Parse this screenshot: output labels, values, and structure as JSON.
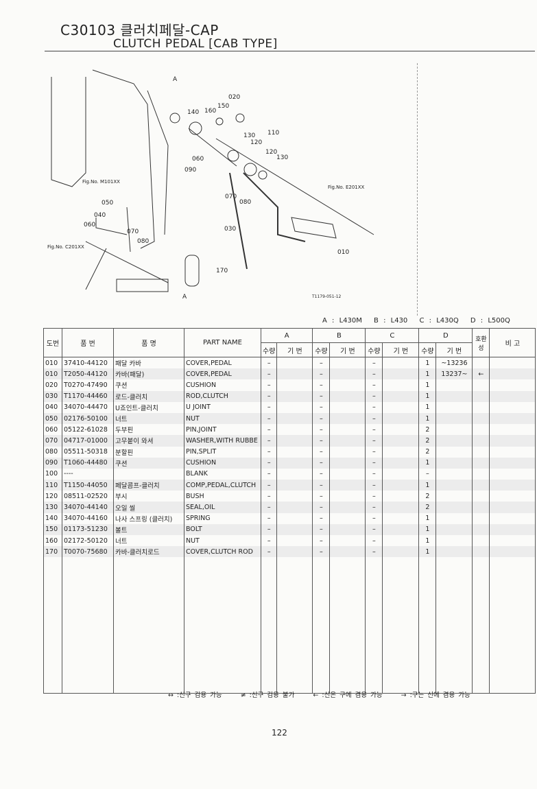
{
  "header": {
    "code_title": "C30103 클러치페달-CAP",
    "subtitle": "CLUTCH PEDAL [CAB TYPE]"
  },
  "diagram": {
    "callouts": [
      "A",
      "020",
      "150",
      "140",
      "160",
      "130",
      "110",
      "120",
      "120",
      "130",
      "060",
      "090",
      "070",
      "080",
      "030",
      "010",
      "170",
      "050",
      "040",
      "060",
      "070",
      "080",
      "A"
    ],
    "fig_refs": [
      "Fig.No. M101XX",
      "Fig.No. E201XX",
      "Fig.No. C201XX"
    ],
    "drawing_code": "T1179-051-12"
  },
  "models": [
    "A : L430M",
    "B : L430",
    "C : L430Q",
    "D : L500Q"
  ],
  "table": {
    "headers": {
      "ref": "도번",
      "part_no": "품 번",
      "name_kr": "품 명",
      "part_name": "PART NAME",
      "a": "A",
      "b": "B",
      "c": "C",
      "d": "D",
      "qty": "수량",
      "serial": "기 번",
      "compat": "호환성",
      "remarks": "비 고"
    },
    "rows": [
      {
        "ref": "010",
        "part_no": "37410-44120",
        "name_kr": "패달 카바",
        "part_name": "COVER,PEDAL",
        "a": "–",
        "b": "–",
        "c": "–",
        "d": "1",
        "d_serial": "~13236",
        "compat": ""
      },
      {
        "ref": "010",
        "part_no": "T2050-44120",
        "name_kr": "카바(패달)",
        "part_name": "COVER,PEDAL",
        "a": "–",
        "b": "–",
        "c": "–",
        "d": "1",
        "d_serial": "13237~",
        "compat": "←"
      },
      {
        "ref": "020",
        "part_no": "T0270-47490",
        "name_kr": "쿠션",
        "part_name": "CUSHION",
        "a": "–",
        "b": "–",
        "c": "–",
        "d": "1",
        "d_serial": "",
        "compat": ""
      },
      {
        "ref": "030",
        "part_no": "T1170-44460",
        "name_kr": "로드-클러치",
        "part_name": "ROD,CLUTCH",
        "a": "–",
        "b": "–",
        "c": "–",
        "d": "1",
        "d_serial": "",
        "compat": ""
      },
      {
        "ref": "040",
        "part_no": "34070-44470",
        "name_kr": "U죠인트-클러치",
        "part_name": "U JOINT",
        "a": "–",
        "b": "–",
        "c": "–",
        "d": "1",
        "d_serial": "",
        "compat": ""
      },
      {
        "ref": "050",
        "part_no": "02176-50100",
        "name_kr": "너트",
        "part_name": "NUT",
        "a": "–",
        "b": "–",
        "c": "–",
        "d": "1",
        "d_serial": "",
        "compat": ""
      },
      {
        "ref": "060",
        "part_no": "05122-61028",
        "name_kr": "두부핀",
        "part_name": "PIN,JOINT",
        "a": "–",
        "b": "–",
        "c": "–",
        "d": "2",
        "d_serial": "",
        "compat": ""
      },
      {
        "ref": "070",
        "part_no": "04717-01000",
        "name_kr": "고무붙이 와셔",
        "part_name": "WASHER,WITH RUBBE",
        "a": "–",
        "b": "–",
        "c": "–",
        "d": "2",
        "d_serial": "",
        "compat": ""
      },
      {
        "ref": "080",
        "part_no": "05511-50318",
        "name_kr": "분할핀",
        "part_name": "PIN,SPLIT",
        "a": "–",
        "b": "–",
        "c": "–",
        "d": "2",
        "d_serial": "",
        "compat": ""
      },
      {
        "ref": "090",
        "part_no": "T1060-44480",
        "name_kr": "쿠션",
        "part_name": "CUSHION",
        "a": "–",
        "b": "–",
        "c": "–",
        "d": "1",
        "d_serial": "",
        "compat": ""
      },
      {
        "ref": "100",
        "part_no": "----",
        "name_kr": "",
        "part_name": "BLANK",
        "a": "–",
        "b": "–",
        "c": "–",
        "d": "–",
        "d_serial": "",
        "compat": ""
      },
      {
        "ref": "110",
        "part_no": "T1150-44050",
        "name_kr": "페달콤프-클러치",
        "part_name": "COMP,PEDAL,CLUTCH",
        "a": "–",
        "b": "–",
        "c": "–",
        "d": "1",
        "d_serial": "",
        "compat": ""
      },
      {
        "ref": "120",
        "part_no": "08511-02520",
        "name_kr": "부시",
        "part_name": "BUSH",
        "a": "–",
        "b": "–",
        "c": "–",
        "d": "2",
        "d_serial": "",
        "compat": ""
      },
      {
        "ref": "130",
        "part_no": "34070-44140",
        "name_kr": "오일 씰",
        "part_name": "SEAL,OIL",
        "a": "–",
        "b": "–",
        "c": "–",
        "d": "2",
        "d_serial": "",
        "compat": ""
      },
      {
        "ref": "140",
        "part_no": "34070-44160",
        "name_kr": "나사 스프링 (클러치)",
        "part_name": "SPRING",
        "a": "–",
        "b": "–",
        "c": "–",
        "d": "1",
        "d_serial": "",
        "compat": ""
      },
      {
        "ref": "150",
        "part_no": "01173-51230",
        "name_kr": "볼트",
        "part_name": "BOLT",
        "a": "–",
        "b": "–",
        "c": "–",
        "d": "1",
        "d_serial": "",
        "compat": ""
      },
      {
        "ref": "160",
        "part_no": "02172-50120",
        "name_kr": "너트",
        "part_name": "NUT",
        "a": "–",
        "b": "–",
        "c": "–",
        "d": "1",
        "d_serial": "",
        "compat": ""
      },
      {
        "ref": "170",
        "part_no": "T0070-75680",
        "name_kr": "카바-클러치로드",
        "part_name": "COVER,CLUTCH ROD",
        "a": "–",
        "b": "–",
        "c": "–",
        "d": "1",
        "d_serial": "",
        "compat": ""
      }
    ]
  },
  "legend": [
    "↔ :신구 검용 가능",
    "≠ :신구 검용 불가",
    "← :신은 구에 겸용 가능",
    "→ :구는 신에 겸용 가능"
  ],
  "page_number": "122"
}
